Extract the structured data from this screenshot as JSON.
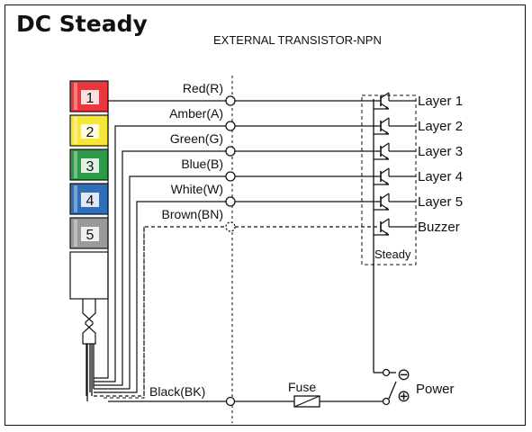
{
  "title": "DC Steady",
  "subtitle": "EXTERNAL TRANSISTOR-NPN",
  "tower_tiers": [
    {
      "number": "1",
      "color": "#e8383d"
    },
    {
      "number": "2",
      "color": "#f6e637"
    },
    {
      "number": "3",
      "color": "#2e9a48"
    },
    {
      "number": "4",
      "color": "#2f6fb8"
    },
    {
      "number": "5",
      "color": "#9a9a9a"
    }
  ],
  "wires": [
    {
      "label": "Red(R)",
      "layer": "Layer 1"
    },
    {
      "label": "Amber(A)",
      "layer": "Layer 2"
    },
    {
      "label": "Green(G)",
      "layer": "Layer 3"
    },
    {
      "label": "Blue(B)",
      "layer": "Layer 4"
    },
    {
      "label": "White(W)",
      "layer": "Layer 5"
    },
    {
      "label": "Brown(BN)",
      "layer": "Buzzer"
    }
  ],
  "steady_label": "Steady",
  "black_label": "Black(BK)",
  "fuse_label": "Fuse",
  "power_label": "Power",
  "minus_symbol": "⊖",
  "plus_symbol": "⊕"
}
